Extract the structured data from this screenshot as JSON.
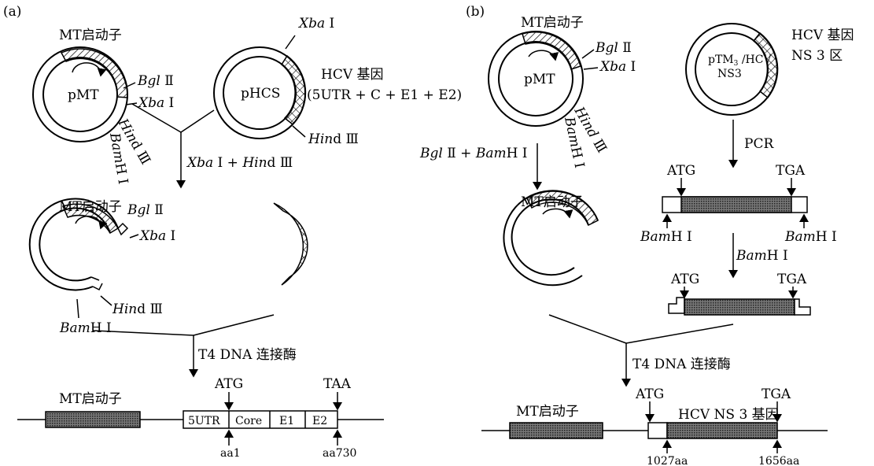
{
  "panel_a": {
    "tag": "(a)",
    "mt_promoter": "MT启动子",
    "pmt": "pMT",
    "bgl": "Bgl",
    "bgl_num": "Ⅱ",
    "xba": "Xba",
    "xba_num": "Ⅰ",
    "bamh": "Bam",
    "bamh_suffix": "H Ⅰ",
    "hind": "Hin",
    "hind_suffix": "d Ⅲ",
    "phcs": "pHCS",
    "hcv_gene": "HCV 基因",
    "hcv_gene_sub": "(5UTR + C + E1 + E2)",
    "digest_plus": "Ⅰ + ",
    "ligase": "T4 DNA 连接酶",
    "atg": "ATG",
    "taa": "TAA",
    "segments": [
      "5UTR",
      "Core",
      "E1",
      "E2"
    ],
    "aa_start": "aa1",
    "aa_end": "aa730"
  },
  "panel_b": {
    "tag": "(b)",
    "mt_promoter": "MT启动子",
    "pmt": "pMT",
    "bgl": "Bgl",
    "bgl_num": "Ⅱ",
    "xba": "Xba",
    "xba_num": "Ⅰ",
    "hind": "Hind",
    "hind_num": "Ⅲ",
    "bamh": "Bam",
    "bamh_suffix": "H Ⅰ",
    "digest_bgl_suffix": "Ⅱ + ",
    "ptm3_line1": "pTM",
    "ptm3_sub": "3",
    "ptm3_line1b": " /HCV",
    "ptm3_line2": "NS3",
    "hcv_gene": "HCV 基因",
    "hcv_region": "NS 3 区",
    "pcr": "PCR",
    "atg": "ATG",
    "tga": "TGA",
    "ligase": "T4 DNA 连接酶",
    "final_label": "HCV  NS 3 基因",
    "aa_start": "1027aa",
    "aa_end": "1656aa"
  }
}
